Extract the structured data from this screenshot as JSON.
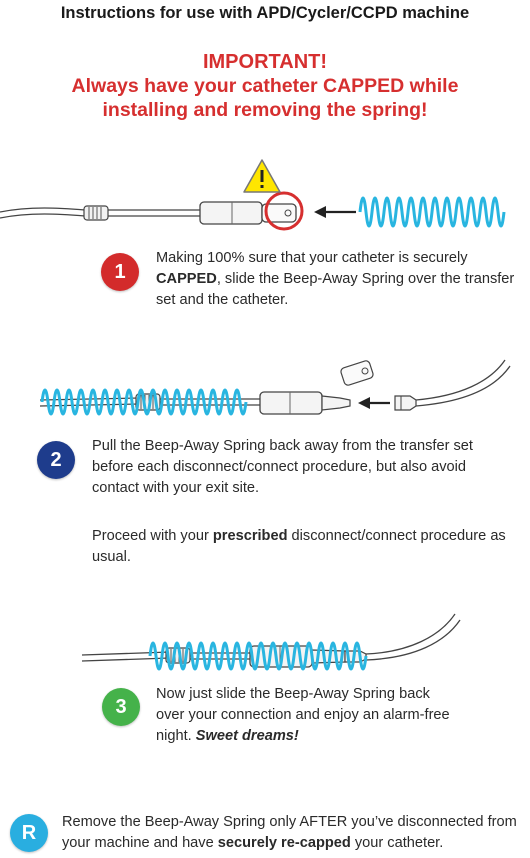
{
  "header": {
    "title": "Instructions for use with APD/Cycler/CCPD machine"
  },
  "warning": {
    "line1": "IMPORTANT!",
    "line2": "Always have your catheter CAPPED while",
    "line3": "installing and removing the spring!"
  },
  "steps": [
    {
      "badge": "1",
      "parts": [
        "Making 100% sure that your catheter is securely ",
        "CAPPED",
        ", slide the Beep-Away Spring over the transfer set and the catheter."
      ]
    },
    {
      "badge": "2",
      "text": "Pull the Beep-Away Spring back away from the transfer set before each disconnect/connect procedure, but also avoid contact with your exit site.",
      "parts2": [
        "Proceed with your ",
        "prescribed",
        " disconnect/connect procedure as usual."
      ]
    },
    {
      "badge": "3",
      "parts": [
        "Now just slide the Beep-Away Spring back over your connection and enjoy an alarm-free night. ",
        "Sweet dreams!"
      ]
    },
    {
      "badge": "R",
      "parts": [
        "Remove the Beep-Away Spring only AFTER you’ve disconnected from your machine and have ",
        "securely re-capped",
        " your catheter."
      ]
    }
  ],
  "icons": [
    "warning-triangle-icon",
    "arrow-left-icon"
  ],
  "colors": {
    "title": "#1a1a1a",
    "warning_red": "#d62f2f",
    "spring_cyan": "#29b5e0",
    "step1": "#d32b2b",
    "step2": "#1e3c8c",
    "step3": "#45b24a",
    "stepR": "#29aee0"
  }
}
